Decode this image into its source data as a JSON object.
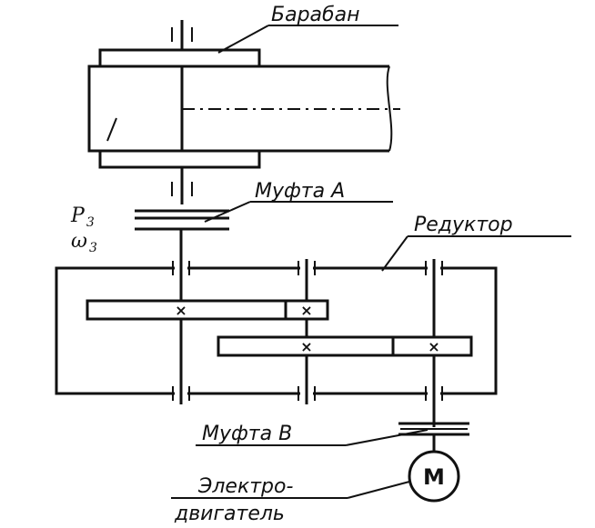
{
  "labels": {
    "drum": "Барабан",
    "coupling_a": "Муфта А",
    "reducer": "Редуктор",
    "coupling_b": "Муфта В",
    "motor_line1": "Электро-",
    "motor_line2": "двигатель",
    "motor_symbol": "М",
    "power_symbol": "P",
    "power_sub": "3",
    "omega_symbol": "ω",
    "omega_sub": "3",
    "gear_mark": "×"
  }
}
